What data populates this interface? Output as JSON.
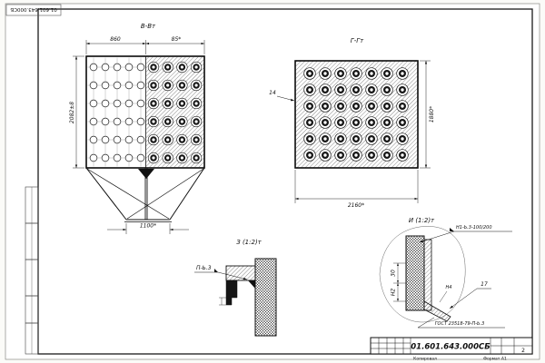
{
  "corner_stamp": "01.601.643.000СБ",
  "titleblock": {
    "doc_number": "01.601.643.000СБ",
    "sheet_number": "2",
    "kopiroval": "Копировал",
    "format": "Формат А1"
  },
  "views": {
    "bb": {
      "label": "В-Вт",
      "dim_width": "860",
      "dim_pitch": "85*",
      "dim_height": "2082±8",
      "dim_bottom": "1100*"
    },
    "gg": {
      "label": "Г-Гт",
      "dim_width": "2160*",
      "dim_height": "1880*",
      "callout": "14"
    },
    "z": {
      "label": "З (1:2)т",
      "weld_note": "П-Ь.3"
    },
    "i": {
      "label": "И (1:2)т",
      "weld_note": "Н1-Ь.3-100/200",
      "gost_note": "ГОСТ 23518-79-П-Ь.3",
      "dim_30": "30",
      "dim_h2": "Н2",
      "dim_h4": "Н4",
      "callout": "17"
    }
  }
}
